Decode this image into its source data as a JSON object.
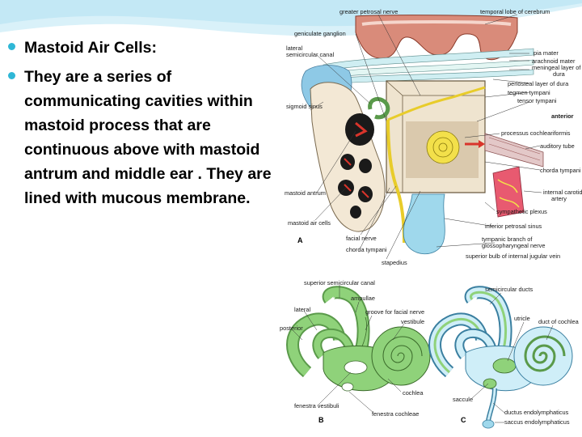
{
  "slide": {
    "bullets": [
      "Mastoid Air Cells:",
      "They are a series of communicating cavities within mastoid process that are continuous above with mastoid antrum and middle ear . They are lined with mucous membrane."
    ]
  },
  "figure": {
    "a": {
      "letter": "A",
      "labels": {
        "greater_petrosal_nerve": "greater petrosal nerve",
        "temporal_lobe": "temporal lobe of cerebrum",
        "geniculate_ganglion": "geniculate ganglion",
        "lateral_semicircular_canal_1": "lateral",
        "lateral_semicircular_canal_2": "semicircular canal",
        "pia_mater": "pia mater",
        "arachnoid_mater": "arachnoid mater",
        "meningeal_layer_1": "meningeal layer of",
        "meningeal_layer_2": "dura",
        "periosteal_layer": "periosteal layer of dura",
        "tegmen_tympani": "tegmen tympani",
        "tensor_tympani": "tensor tympani",
        "anterior": "anterior",
        "sigmoid_sinus": "sigmoid sinus",
        "processus_cochleariformis": "processus cochleariformis",
        "auditory_tube": "auditory tube",
        "chorda_tympani_right": "chorda tympani",
        "mastoid_antrum": "mastoid antrum",
        "internal_carotid_1": "internal carotid",
        "internal_carotid_2": "artery",
        "sympathetic_plexus": "sympathetic plexus",
        "mastoid_air_cells": "mastoid air cells",
        "inferior_petrosal_sinus": "inferior petrosal sinus",
        "facial_nerve": "facial nerve",
        "chorda_tympani_bottom": "chorda tympani",
        "tympanic_branch_1": "tympanic branch of",
        "tympanic_branch_2": "glossopharyngeal nerve",
        "superior_bulb": "superior bulb of internal jugular vein",
        "stapedius": "stapedius"
      }
    },
    "b": {
      "letter": "B",
      "labels": {
        "superior_semicircular_canal": "superior semicircular canal",
        "ampullae": "ampullae",
        "lateral": "lateral",
        "groove_facial_nerve": "groove for facial nerve",
        "posterior": "posterior",
        "vestibule": "vestibule",
        "cochlea": "cochlea",
        "fenestra_vestibuli": "fenestra vestibuli",
        "fenestra_cochleae": "fenestra cochleae"
      }
    },
    "c": {
      "letter": "C",
      "labels": {
        "semicircular_ducts": "semicircular ducts",
        "utricle": "utricle",
        "duct_of_cochlea": "duct of cochlea",
        "saccule": "saccule",
        "ductus_endolymphaticus": "ductus endolymphaticus",
        "saccus_endolymphaticus": "saccus endolymphaticus"
      }
    }
  },
  "colors": {
    "bullet": "#2fb7d6",
    "wave": "#cfeef8",
    "membrane": "#cfeef2",
    "labyrinth_green": "#8fd27a",
    "duct_blue": "#9fd8ec",
    "nerve_yellow": "#f3e04a",
    "bone": "#f3e8d5",
    "brain": "#d98b7a"
  }
}
